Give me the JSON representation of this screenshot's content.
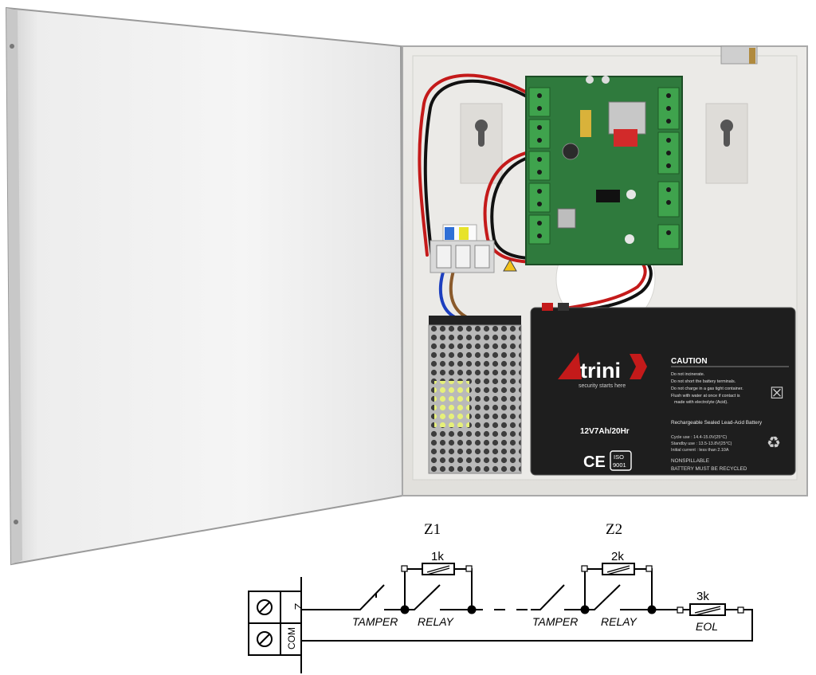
{
  "battery": {
    "brand": "trini",
    "tagline": "security starts here",
    "rating": "12V7Ah/20Hr",
    "caution_title": "CAUTION",
    "caution_lines": [
      "Do not incinerate.",
      "Do not short the battery terminals.",
      "Do not charge in a gas tight container.",
      "Flush with water at once if contact is",
      "made with electrolyte (Acid)."
    ],
    "type": "Rechargeable Sealed Lead-Acid Battery",
    "spec_lines": [
      "Cycle use    : 14.4-15.0V(25°C)",
      "Standby use  : 13.5-13.8V(25°C)",
      "Initial current : less than 2.10A"
    ],
    "nonspill": "NONSPILLABLE",
    "recycle": "BATTERY MUST BE RECYCLED",
    "ce": "CE",
    "iso": "ISO",
    "iso_num": "9001"
  },
  "diagram": {
    "zone1": "Z1",
    "zone2": "Z2",
    "r1": "1k",
    "r2": "2k",
    "r3": "3k",
    "tamper1": "TAMPER",
    "relay1": "RELAY",
    "tamper2": "TAMPER",
    "relay2": "RELAY",
    "eol": "EOL",
    "term_z": "Z",
    "term_com": "COM"
  },
  "colors": {
    "door": "#f1f1f1",
    "enclosure": "#e9e9e7",
    "pcb": "#2f7a3d",
    "battery": "#1e1e1e",
    "wire_red": "#c41a1a",
    "wire_black": "#111111"
  }
}
